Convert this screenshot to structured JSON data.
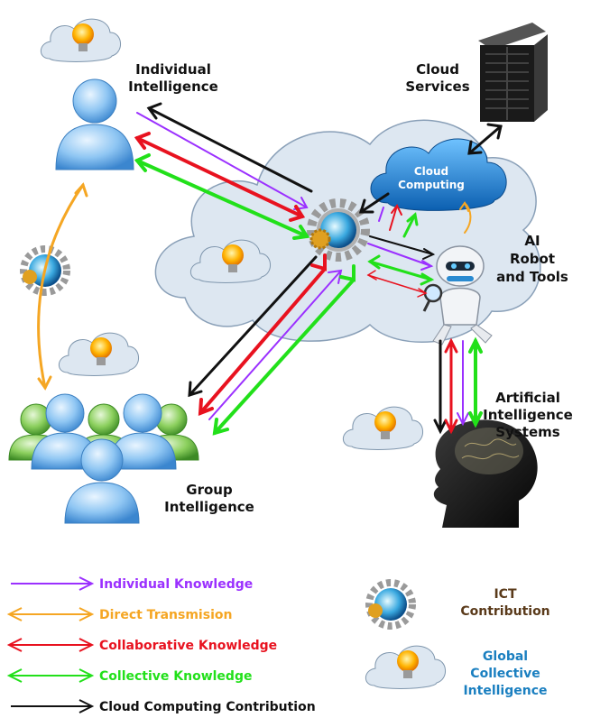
{
  "labels": {
    "individual": [
      "Individual",
      "Intelligence"
    ],
    "group": [
      "Group",
      "Intelligence"
    ],
    "cloud_services": [
      "Cloud",
      "Services"
    ],
    "ai_robot": [
      "AI",
      "Robot",
      "and Tools"
    ],
    "ai_systems": [
      "Artificial",
      "Intelligence",
      "Systems"
    ],
    "cloud_computing": [
      "Cloud",
      "Computing"
    ]
  },
  "legend": [
    {
      "label": "Individual Knowledge",
      "color": "#9b30ff",
      "style": "single"
    },
    {
      "label": "Direct Transmision",
      "color": "#f5a623",
      "style": "double"
    },
    {
      "label": "Collaborative Knowledge",
      "color": "#e8121f",
      "style": "double"
    },
    {
      "label": "Collective Knowledge",
      "color": "#22e01a",
      "style": "double"
    },
    {
      "label": "Cloud Computing Contribution",
      "color": "#111111",
      "style": "single"
    }
  ],
  "side_legend": {
    "ict": {
      "lines": [
        "ICT",
        "Contribution"
      ],
      "color": "#5a3a1a"
    },
    "global": {
      "lines": [
        "Global",
        "Collective",
        "Intelligence"
      ],
      "color": "#1a7fc0"
    }
  },
  "colors": {
    "purple": "#9b30ff",
    "orange": "#f5a623",
    "red": "#e8121f",
    "green": "#22e01a",
    "black": "#111111",
    "cloud_fill": "#dfe8f2",
    "person_blue": "#6aaee8",
    "person_green": "#5aa83a"
  },
  "icons": [
    "lightbulb-cloud-icon",
    "person-icon",
    "gear-globe-icon",
    "server-icon",
    "robot-icon",
    "head-brain-icon",
    "group-icon"
  ]
}
